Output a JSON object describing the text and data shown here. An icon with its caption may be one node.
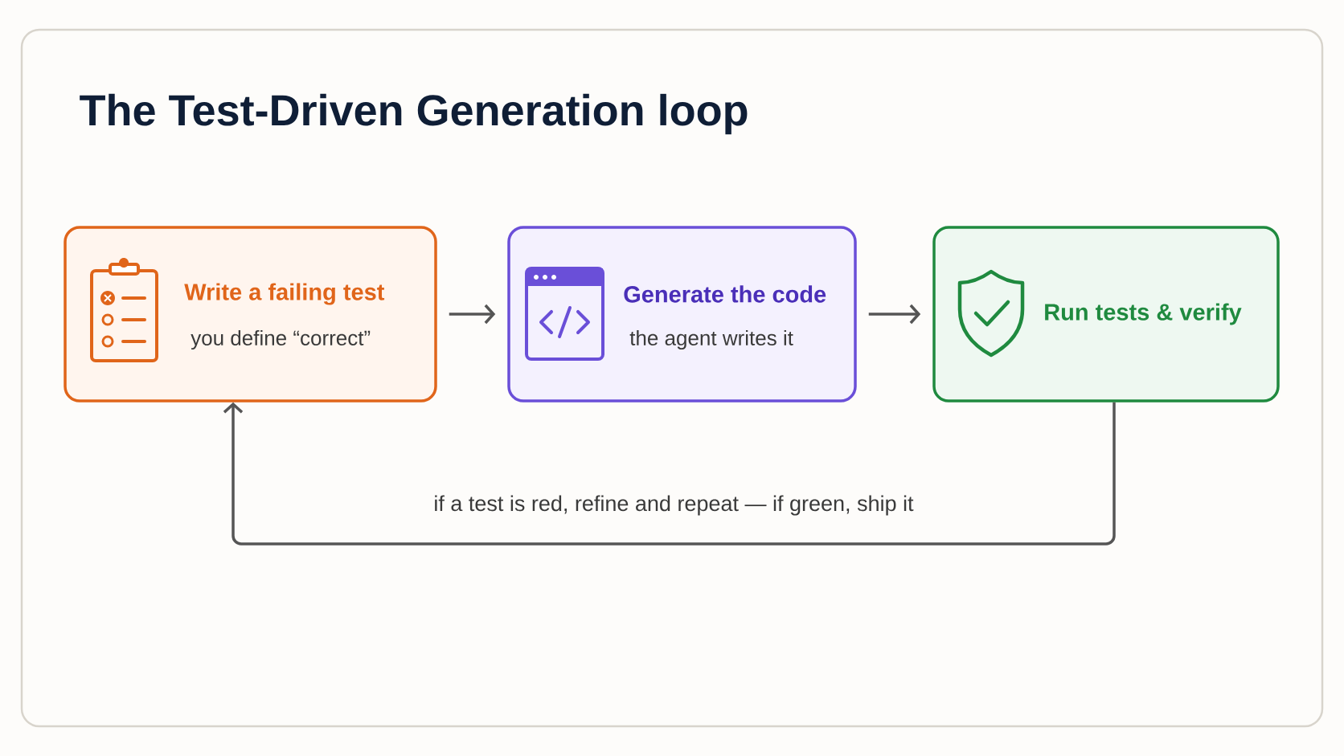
{
  "diagram": {
    "title": "The Test-Driven Generation loop",
    "nodes": [
      {
        "text": [
          "Write a failing test",
          "you define “correct”"
        ]
      },
      {
        "text": [
          "Generate the code",
          "the agent writes it"
        ]
      },
      {
        "text": [
          "Run tests & verify"
        ]
      }
    ],
    "edges": [
      {
        "from": 0,
        "to": 1,
        "arrow": "to"
      },
      {
        "from": 1,
        "to": 2,
        "arrow": "to"
      },
      {
        "from": 2,
        "to": 0,
        "arrow": "to",
        "label": "if a test is red, refine and repeat — if green, ship it"
      }
    ]
  }
}
